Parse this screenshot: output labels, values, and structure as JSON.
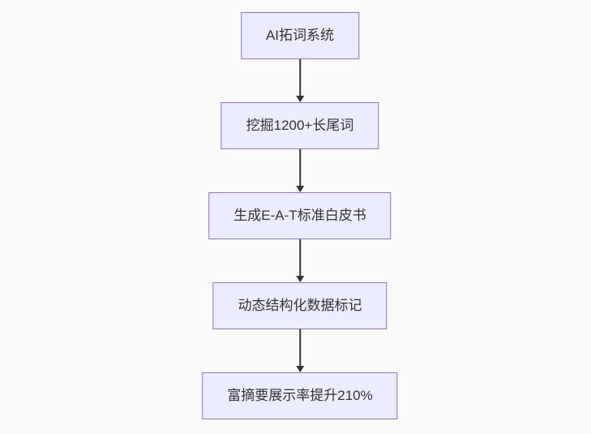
{
  "flowchart": {
    "type": "flowchart",
    "direction": "top-down",
    "nodes": [
      {
        "label": "AI拓词系统"
      },
      {
        "label": "挖掘1200+长尾词"
      },
      {
        "label": "生成E-A-T标准白皮书"
      },
      {
        "label": "动态结构化数据标记"
      },
      {
        "label": "富摘要展示率提升210%"
      }
    ],
    "edges": [
      {
        "from": 0,
        "to": 1,
        "arrow": "down"
      },
      {
        "from": 1,
        "to": 2,
        "arrow": "down"
      },
      {
        "from": 2,
        "to": 3,
        "arrow": "down"
      },
      {
        "from": 3,
        "to": 4,
        "arrow": "down"
      }
    ],
    "colors": {
      "background": "#fafafa",
      "node_fill": "#ececff",
      "node_border": "#9370db",
      "text": "#333333",
      "arrow": "#333333"
    }
  }
}
